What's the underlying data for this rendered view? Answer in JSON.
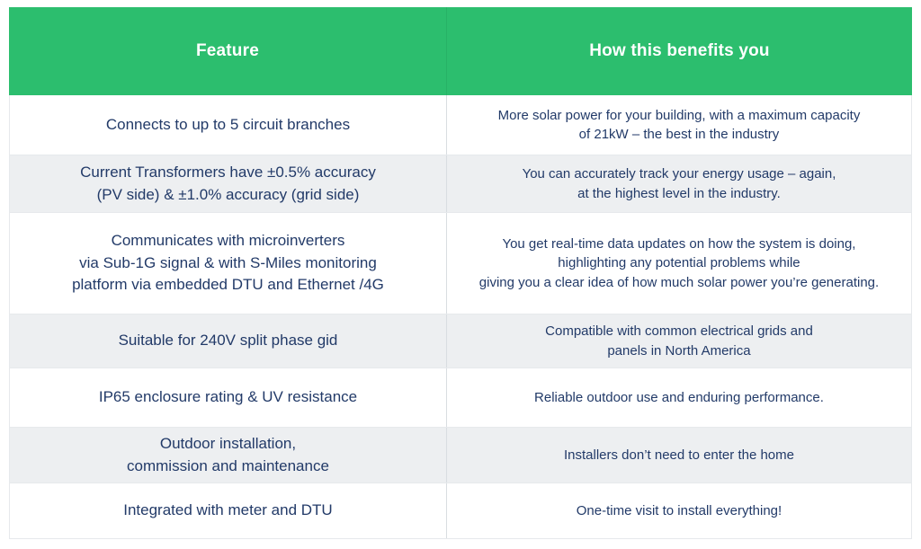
{
  "table": {
    "header": {
      "feature": "Feature",
      "benefits": "How this benefits you"
    },
    "rows": [
      {
        "feature": "Connects to up to 5 circuit branches",
        "benefit": "More solar power for your building, with a maximum capacity\nof 21kW – the best in the industry"
      },
      {
        "feature": "Current Transformers have ±0.5% accuracy\n(PV side) & ±1.0% accuracy (grid side)",
        "benefit": "You can accurately track your energy usage – again,\nat the highest level in the industry."
      },
      {
        "feature": "Communicates with microinverters\nvia Sub-1G signal & with S-Miles monitoring\nplatform via embedded DTU and Ethernet /4G",
        "benefit": "You get real-time data updates on how the system is doing,\nhighlighting any potential problems while\ngiving you a clear idea of how much solar power you’re generating."
      },
      {
        "feature": "Suitable for 240V split phase gid",
        "benefit": "Compatible with common electrical grids and\npanels in North America"
      },
      {
        "feature": "IP65 enclosure rating & UV resistance",
        "benefit": "Reliable outdoor use and enduring performance."
      },
      {
        "feature": "Outdoor installation,\ncommission and maintenance",
        "benefit": "Installers don’t need to enter the home"
      },
      {
        "feature": "Integrated with meter and DTU",
        "benefit": "One-time visit to install everything!"
      }
    ]
  },
  "colors": {
    "header_green": "#2cbe6e",
    "alt_row_gray": "#edeff1",
    "text_navy": "#223a68",
    "divider_gray": "#d9dde1"
  }
}
